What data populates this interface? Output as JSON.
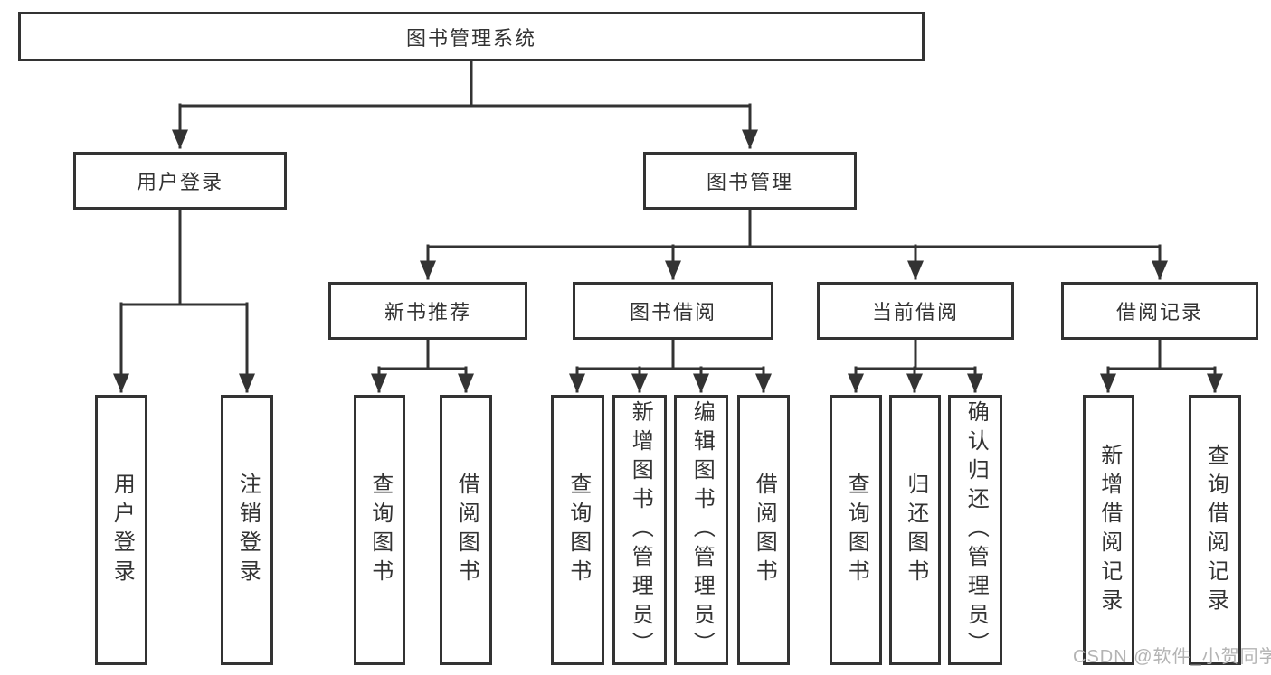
{
  "diagram": {
    "root": {
      "label": "图书管理系统"
    },
    "level2": [
      {
        "id": "user-login",
        "label": "用户登录"
      },
      {
        "id": "book-management",
        "label": "图书管理"
      }
    ],
    "level3": [
      {
        "id": "new-book-recommend",
        "label": "新书推荐"
      },
      {
        "id": "book-borrow",
        "label": "图书借阅"
      },
      {
        "id": "current-borrow",
        "label": "当前借阅"
      },
      {
        "id": "borrow-records",
        "label": "借阅记录"
      }
    ],
    "leaves": [
      {
        "group": "user-login",
        "label": "用户登录"
      },
      {
        "group": "user-login",
        "label": "注销登录"
      },
      {
        "group": "new-book-recommend",
        "label": "查询图书"
      },
      {
        "group": "new-book-recommend",
        "label": "借阅图书"
      },
      {
        "group": "book-borrow",
        "label": "查询图书"
      },
      {
        "group": "book-borrow",
        "label": "新增图书（管理员）"
      },
      {
        "group": "book-borrow",
        "label": "编辑图书（管理员）"
      },
      {
        "group": "book-borrow",
        "label": "借阅图书"
      },
      {
        "group": "current-borrow",
        "label": "查询图书"
      },
      {
        "group": "current-borrow",
        "label": "归还图书"
      },
      {
        "group": "current-borrow",
        "label": "确认归还（管理员）"
      },
      {
        "group": "borrow-records",
        "label": "新增借阅记录"
      },
      {
        "group": "borrow-records",
        "label": "查询借阅记录"
      }
    ],
    "watermark": "CSDN @软件_小贺同学",
    "colors": {
      "line": "#333333",
      "box_border": "#333333",
      "text": "#333333",
      "watermark": "#b4b4b4",
      "background": "#ffffff"
    }
  }
}
